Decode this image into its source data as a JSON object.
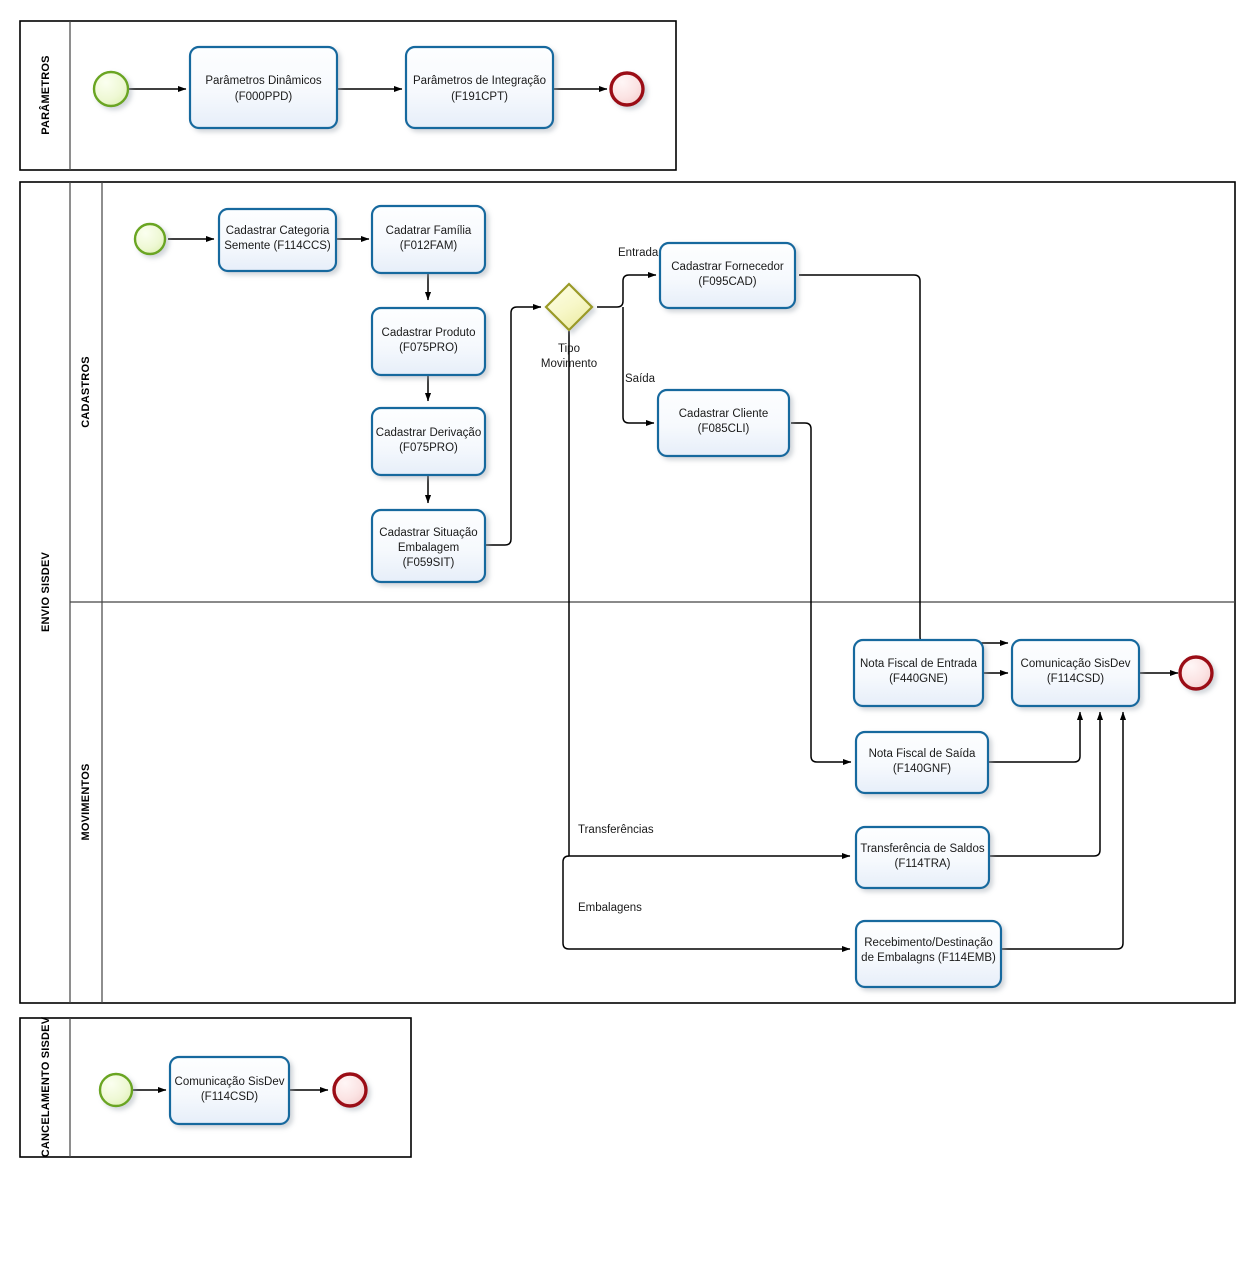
{
  "diagram": {
    "type": "bpmn-process",
    "title": "Envio SisDev",
    "colors": {
      "task_border": "#18699E",
      "task_fill_top": "#FDFEFF",
      "task_fill_bottom": "#E8EFF9",
      "start_event_border": "#6AA521",
      "start_event_fill": "#F2FADF",
      "end_event_border": "#9B1017",
      "end_event_fill": "#FBE9E9",
      "gateway_border": "#9A9A28",
      "gateway_fill": "#FBFBD2",
      "connector": "#000000",
      "pool_border": "#000000",
      "lane_divider": "#444444"
    }
  },
  "pools": [
    {
      "id": "parametros",
      "label": "PARÂMETROS",
      "lanes": []
    },
    {
      "id": "envio-sisdev",
      "label": "ENVIO SISDEV",
      "lanes": [
        {
          "id": "cadastros",
          "label": "CADASTROS"
        },
        {
          "id": "movimentos",
          "label": "MOVIMENTOS"
        }
      ]
    },
    {
      "id": "cancelamento-sisdev",
      "label": "CANCELAMENTO SISDEV",
      "lanes": []
    }
  ],
  "events": {
    "start_parametros": {
      "kind": "start",
      "pool": "parametros"
    },
    "end_parametros": {
      "kind": "end",
      "pool": "parametros"
    },
    "start_cadastros": {
      "kind": "start",
      "pool": "envio-sisdev",
      "lane": "cadastros"
    },
    "end_movimentos": {
      "kind": "end",
      "pool": "envio-sisdev",
      "lane": "movimentos"
    },
    "start_cancelamento": {
      "kind": "start",
      "pool": "cancelamento-sisdev"
    },
    "end_cancelamento": {
      "kind": "end",
      "pool": "cancelamento-sisdev"
    }
  },
  "tasks": [
    {
      "id": "t-param-dinamicos",
      "pool": "parametros",
      "line1": "Parâmetros Dinâmicos",
      "line2": "(F000PPD)",
      "line3": ""
    },
    {
      "id": "t-param-integracao",
      "pool": "parametros",
      "line1": "Parâmetros de Integração",
      "line2": "(F191CPT)",
      "line3": ""
    },
    {
      "id": "t-cat-semente",
      "pool": "envio-sisdev",
      "lane": "cadastros",
      "line1": "Cadastrar Categoria",
      "line2": "Semente (F114CCS)",
      "line3": ""
    },
    {
      "id": "t-familia",
      "pool": "envio-sisdev",
      "lane": "cadastros",
      "line1": "Cadatrar Família",
      "line2": "(F012FAM)",
      "line3": ""
    },
    {
      "id": "t-produto",
      "pool": "envio-sisdev",
      "lane": "cadastros",
      "line1": "Cadastrar Produto",
      "line2": "(F075PRO)",
      "line3": ""
    },
    {
      "id": "t-derivacao",
      "pool": "envio-sisdev",
      "lane": "cadastros",
      "line1": "Cadastrar Derivação",
      "line2": "(F075PRO)",
      "line3": ""
    },
    {
      "id": "t-situacao-embalagem",
      "pool": "envio-sisdev",
      "lane": "cadastros",
      "line1": "Cadastrar Situação",
      "line2": "Embalagem",
      "line3": "(F059SIT)"
    },
    {
      "id": "t-fornecedor",
      "pool": "envio-sisdev",
      "lane": "cadastros",
      "line1": "Cadastrar Fornecedor",
      "line2": "(F095CAD)",
      "line3": ""
    },
    {
      "id": "t-cliente",
      "pool": "envio-sisdev",
      "lane": "cadastros",
      "line1": "Cadastrar Cliente",
      "line2": "(F085CLI)",
      "line3": ""
    },
    {
      "id": "t-nf-entrada",
      "pool": "envio-sisdev",
      "lane": "movimentos",
      "line1": "Nota Fiscal de Entrada",
      "line2": "(F440GNE)",
      "line3": ""
    },
    {
      "id": "t-comunicacao-sisdev",
      "pool": "envio-sisdev",
      "lane": "movimentos",
      "line1": "Comunicação SisDev",
      "line2": "(F114CSD)",
      "line3": ""
    },
    {
      "id": "t-nf-saida",
      "pool": "envio-sisdev",
      "lane": "movimentos",
      "line1": "Nota Fiscal de Saída",
      "line2": "(F140GNF)",
      "line3": ""
    },
    {
      "id": "t-transferencia-saldos",
      "pool": "envio-sisdev",
      "lane": "movimentos",
      "line1": "Transferência de Saldos",
      "line2": "(F114TRA)",
      "line3": ""
    },
    {
      "id": "t-embalagens",
      "pool": "envio-sisdev",
      "lane": "movimentos",
      "line1": "Recebimento/Destinação",
      "line2": "de Embalagns (F114EMB)",
      "line3": ""
    },
    {
      "id": "t-comunicacao-cancel",
      "pool": "cancelamento-sisdev",
      "line1": "Comunicação SisDev",
      "line2": "(F114CSD)",
      "line3": ""
    }
  ],
  "gateways": [
    {
      "id": "gw-tipo-movimento",
      "kind": "exclusive",
      "label_line1": "Tipo",
      "label_line2": "Movimento"
    }
  ],
  "flow_labels": {
    "entrada": "Entrada",
    "saida": "Saída",
    "transferencias": "Transferências",
    "embalagens": "Embalagens"
  }
}
